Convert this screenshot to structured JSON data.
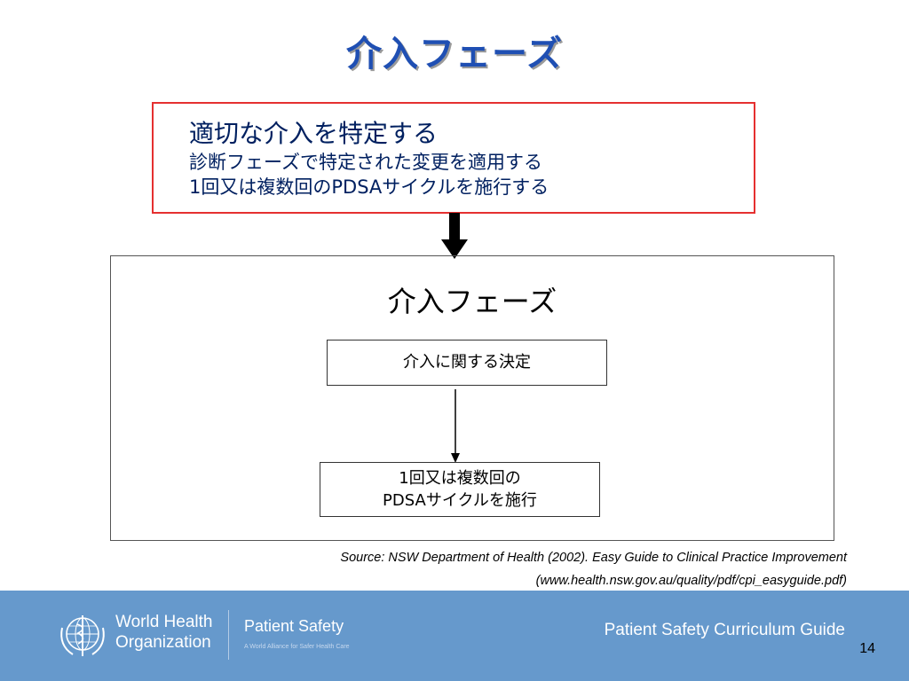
{
  "title": "介入フェーズ",
  "summary_box": {
    "heading": "適切な介入を特定する",
    "line1": "診断フェーズで特定された変更を適用する",
    "line2": "1回又は複数回のPDSAサイクルを施行する"
  },
  "diagram": {
    "title": "介入フェーズ",
    "step1": "介入に関する決定",
    "step2_line1": "1回又は複数回の",
    "step2_line2": "PDSAサイクルを施行"
  },
  "source": {
    "line1": "Source: NSW Department of Health (2002). Easy Guide to Clinical Practice Improvement",
    "line2": "(www.health.nsw.gov.au/quality/pdf/cpi_easyguide.pdf)"
  },
  "footer": {
    "org_line1": "World Health",
    "org_line2": "Organization",
    "program": "Patient Safety",
    "program_tagline": "A World Alliance for Safer Health Care",
    "guide": "Patient Safety Curriculum Guide",
    "page": "14",
    "logo_icon": "who-emblem-icon",
    "background_color": "#6699cc"
  }
}
